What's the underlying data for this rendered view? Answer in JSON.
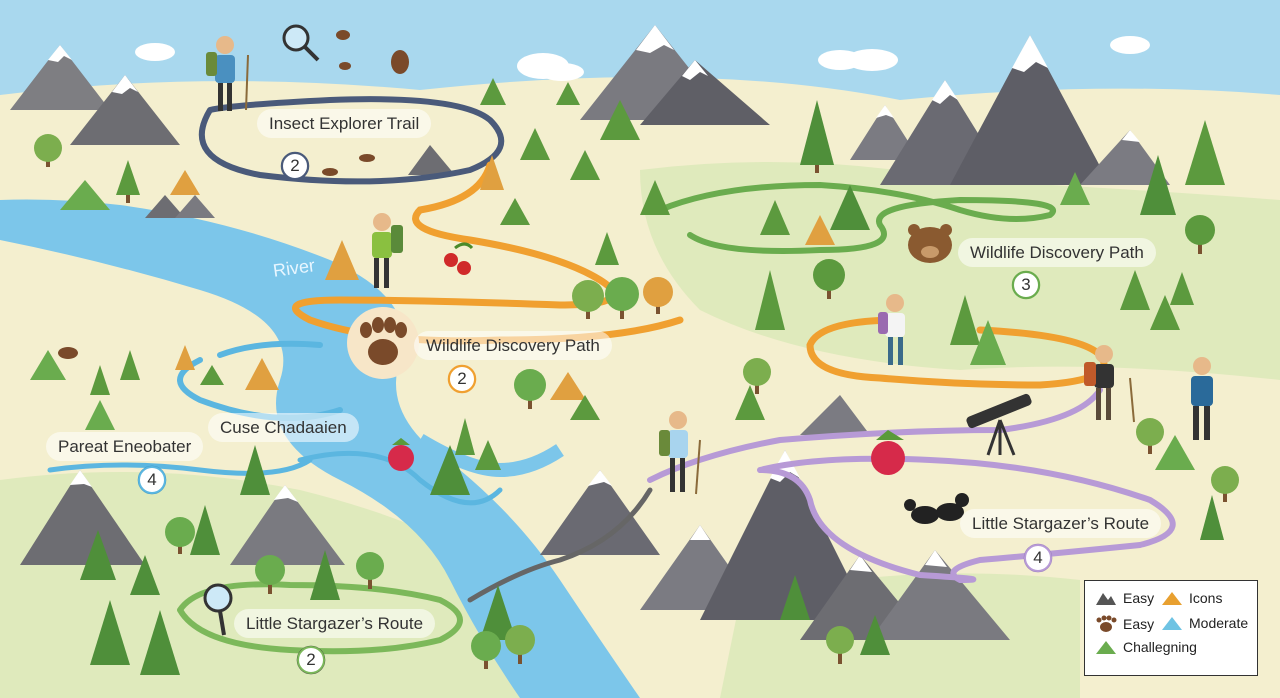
{
  "map": {
    "river_label": "River",
    "trails": [
      {
        "name": "Insect Explorer Trail",
        "number": "2",
        "color": "#4a5a7a"
      },
      {
        "name": "Wildlife Discovery Path",
        "number": "2",
        "color": "#f0a030"
      },
      {
        "name": "Wildlife Discovery Path",
        "number": "3",
        "color": "#6aac4e"
      },
      {
        "name": "Little Stargazer’s Route",
        "number": "4",
        "color": "#b79ad6"
      },
      {
        "name": "Little Stargazer’s Route",
        "number": "2",
        "color": "#7cb85a"
      },
      {
        "name": "Pareat Eneobater",
        "number": "4",
        "color": "#5bb6e0"
      },
      {
        "name": "Cuse Chadaaien",
        "number": "",
        "color": "#5bb6e0"
      }
    ],
    "legend": {
      "items": [
        {
          "label": "Easy",
          "icon": "mountain-icon"
        },
        {
          "label": "Icons",
          "icon": "orange-mountain-icon"
        },
        {
          "label": "Easy",
          "icon": "paw-icon"
        },
        {
          "label": "Moderate",
          "icon": "blue-mountain-icon"
        },
        {
          "label": "Challegning",
          "icon": "green-mountain-icon"
        }
      ]
    },
    "colors": {
      "sky": "#a9d8ee",
      "land": "#f4efcf",
      "meadow": "#d9e8b6",
      "river": "#7cc6ea"
    }
  }
}
